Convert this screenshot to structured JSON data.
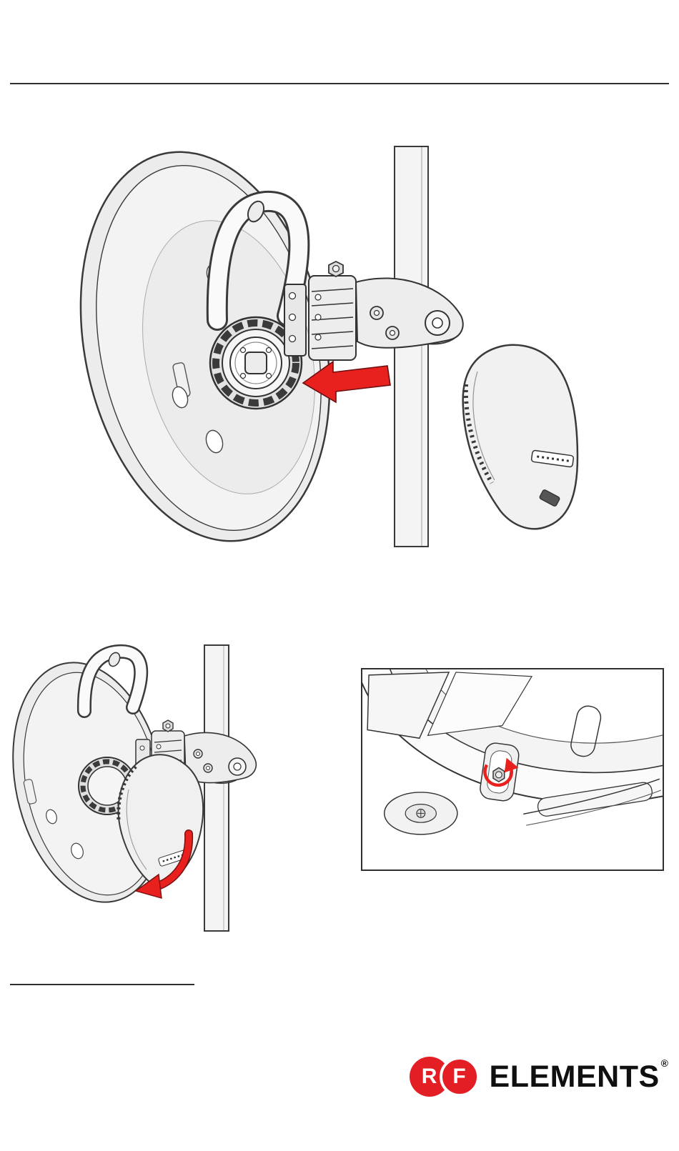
{
  "document": {
    "kind": "antenna-installation-manual-page"
  },
  "colors": {
    "accent_red": "#E8211F",
    "logo_red": "#E31E24",
    "line_dark": "#3A3A3A",
    "fill_light": "#ECECEC"
  },
  "figures": {
    "figure_1": "attach-radio-to-dish-illustration",
    "figure_2": "rotate-radio-to-lock-illustration",
    "inset": "locking-screw-detail-illustration"
  },
  "logo": {
    "letter_r": "R",
    "letter_f": "F",
    "wordmark": "ELEMENTS",
    "registered_mark": "®"
  }
}
